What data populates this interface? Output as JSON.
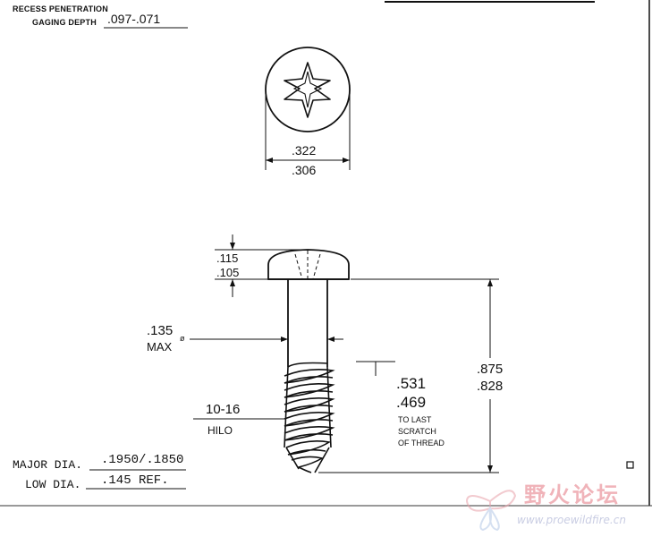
{
  "recess": {
    "label_line1": "RECESS PENETRATION",
    "label_line2": "GAGING DEPTH",
    "value": ".097-.071"
  },
  "head_diameter": {
    "max": ".322",
    "min": ".306"
  },
  "head_height": {
    "max": ".115",
    "min": ".105"
  },
  "shank": {
    "value": ".135",
    "note": "MAX",
    "symbol": "ø"
  },
  "thread": {
    "spec": "10-16",
    "type": "HILO"
  },
  "thread_length": {
    "max": ".531",
    "min": ".469",
    "note_line1": "TO LAST",
    "note_line2": "SCRATCH",
    "note_line3": "OF THREAD"
  },
  "overall_length": {
    "max": ".875",
    "min": ".828"
  },
  "major_dia": {
    "label": "MAJOR DIA.",
    "value": ".1950/.1850"
  },
  "low_dia": {
    "label": "LOW DIA.",
    "value": ".145 REF."
  },
  "watermark": {
    "text": "野火论坛",
    "url": "www.proewildfire.cn"
  }
}
